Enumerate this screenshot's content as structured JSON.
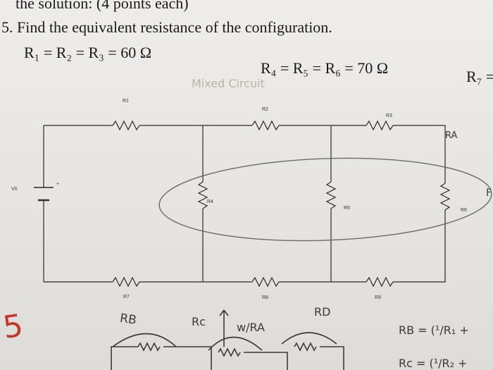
{
  "header_text": "the solution:  (4 points each)",
  "question": "5. Find the equivalent resistance of the configuration.",
  "given_r123": "R₁ = R₂ = R₃ = 60 Ω",
  "given_r456": "R₄ = R₅ = R₆ = 70 Ω",
  "given_r7": "R₇ =",
  "faint_note": "Mixed Circuit",
  "circuit": {
    "labels": {
      "r1": "R1",
      "r2": "R2",
      "r3": "R3",
      "r4": "R4",
      "r5": "R5",
      "r6": "R6",
      "r7": "R7",
      "r8": "R8",
      "r9": "R9",
      "v0": "V0",
      "plus": "+"
    }
  },
  "handwriting": {
    "margin_mark": "RA",
    "score": "5",
    "rb": "RB",
    "rc": "Rc",
    "with_ra": "w/RA",
    "rd": "RD",
    "eq_rb": "RB = (¹/R₁ +",
    "eq_rc": "Rc = (¹/R₂ +",
    "edge_f": "F"
  },
  "colors": {
    "ink": "#1a1a1a",
    "red_pen": "#c0392b",
    "pencil": "#3a3a3a"
  }
}
